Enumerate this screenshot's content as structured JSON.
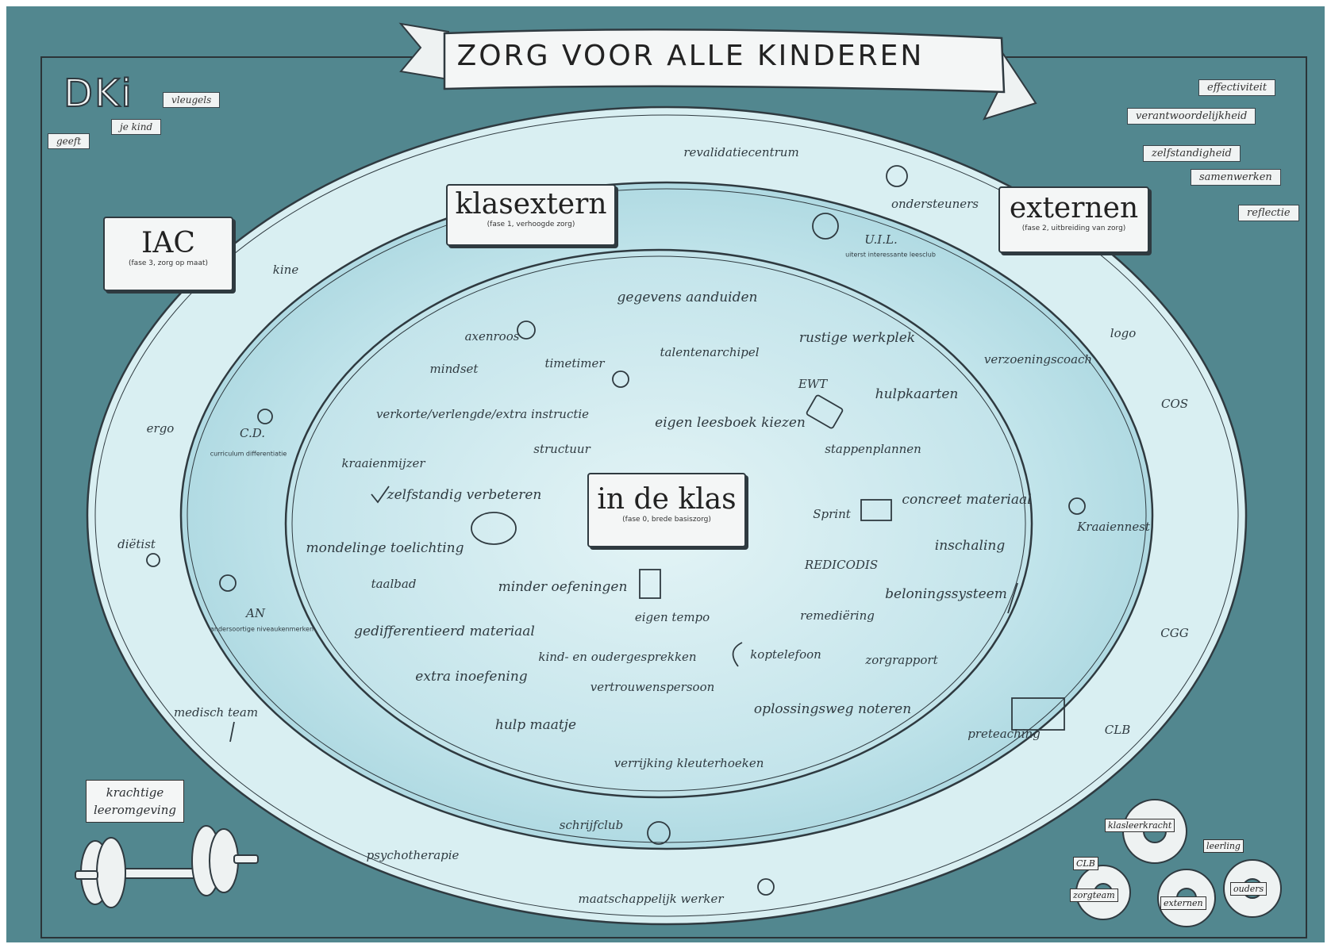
{
  "title": "ZORG VOOR ALLE KINDEREN",
  "logo": {
    "text": "DKi",
    "tags": [
      "vleugels",
      "geeft",
      "je kind"
    ]
  },
  "colors": {
    "background": "#4e8591",
    "outer_ring": "#d7eef1",
    "middle_ring": "#c0e5ec",
    "inner": "#d6eef2",
    "line": "#2f3a40"
  },
  "ribbons_right": [
    "effectiviteit",
    "verantwoordelijkheid",
    "zelfstandigheid",
    "samenwerken",
    "reflectie"
  ],
  "zones": {
    "iac": {
      "title": "IAC",
      "sub": "(fase 3, zorg op maat)"
    },
    "klasextern": {
      "title": "klasextern",
      "sub": "(fase 1, verhoogde zorg)"
    },
    "externen": {
      "title": "externen",
      "sub": "(fase 2, uitbreiding van zorg)"
    },
    "in_de_klas": {
      "title": "in de klas",
      "sub": "(fase 0, brede basiszorg)"
    }
  },
  "outer_ring_labels": {
    "revalidatiecentrum": "revalidatiecentrum",
    "kine": "kine",
    "ergo": "ergo",
    "dietist": "diëtist",
    "medisch_team": "medisch team",
    "psychotherapie": "psychotherapie",
    "maatschappelijk_werker": "maatschappelijk werker",
    "logo": "logo",
    "cos": "COS",
    "cgg": "CGG",
    "clb": "CLB"
  },
  "middle_ring_labels": {
    "ondersteuners": "ondersteuners",
    "uil": "U.I.L.",
    "uil_sub": "uiterst interessante leesclub",
    "cd": "C.D.",
    "cd_sub": "curriculum differentiatie",
    "an": "AN",
    "an_sub": "andersoortige niveaukenmerken",
    "verzoeningscoach": "verzoeningscoach",
    "kraaiennest": "Kraaiennest",
    "preteaching": "preteaching",
    "schrijfclub": "schrijfclub"
  },
  "inner_labels": {
    "gegevens": "gegevens aanduiden",
    "axenroos": "axenroos",
    "mindset": "mindset",
    "timetimer": "timetimer",
    "talentenarchipel": "talentenarchipel",
    "rustige": "rustige werkplek",
    "ewt": "EWT",
    "hulpkaarten": "hulpkaarten",
    "verkorte": "verkorte/verlengde/extra instructie",
    "eigen_leesboek": "eigen leesboek kiezen",
    "structuur": "structuur",
    "stappenplannen": "stappenplannen",
    "kraaienmijzer": "kraaienmijzer",
    "zelfstandig": "zelfstandig verbeteren",
    "concreet": "concreet materiaal",
    "sprint": "Sprint",
    "mondelinge": "mondelinge toelichting",
    "inschaling": "inschaling",
    "redicodis": "REDICODIS",
    "taalbad": "taalbad",
    "minder": "minder oefeningen",
    "beloningssysteem": "beloningssysteem",
    "eigen_tempo": "eigen tempo",
    "remediering": "remediëring",
    "gedifferentieerd": "gedifferentieerd materiaal",
    "kind_ouder": "kind- en oudergesprekken",
    "koptelefoon": "koptelefoon",
    "zorgrapport": "zorgrapport",
    "extra_inoefening": "extra inoefening",
    "vertrouwenspersoon": "vertrouwenspersoon",
    "oplossingsweg": "oplossingsweg noteren",
    "hulp_maatje": "hulp maatje",
    "verrijking": "verrijking kleuterhoeken"
  },
  "krachtige": "krachtige leeromgeving",
  "gears": [
    "klasleerkracht",
    "leerling",
    "CLB",
    "zorgteam",
    "externen",
    "ouders"
  ]
}
